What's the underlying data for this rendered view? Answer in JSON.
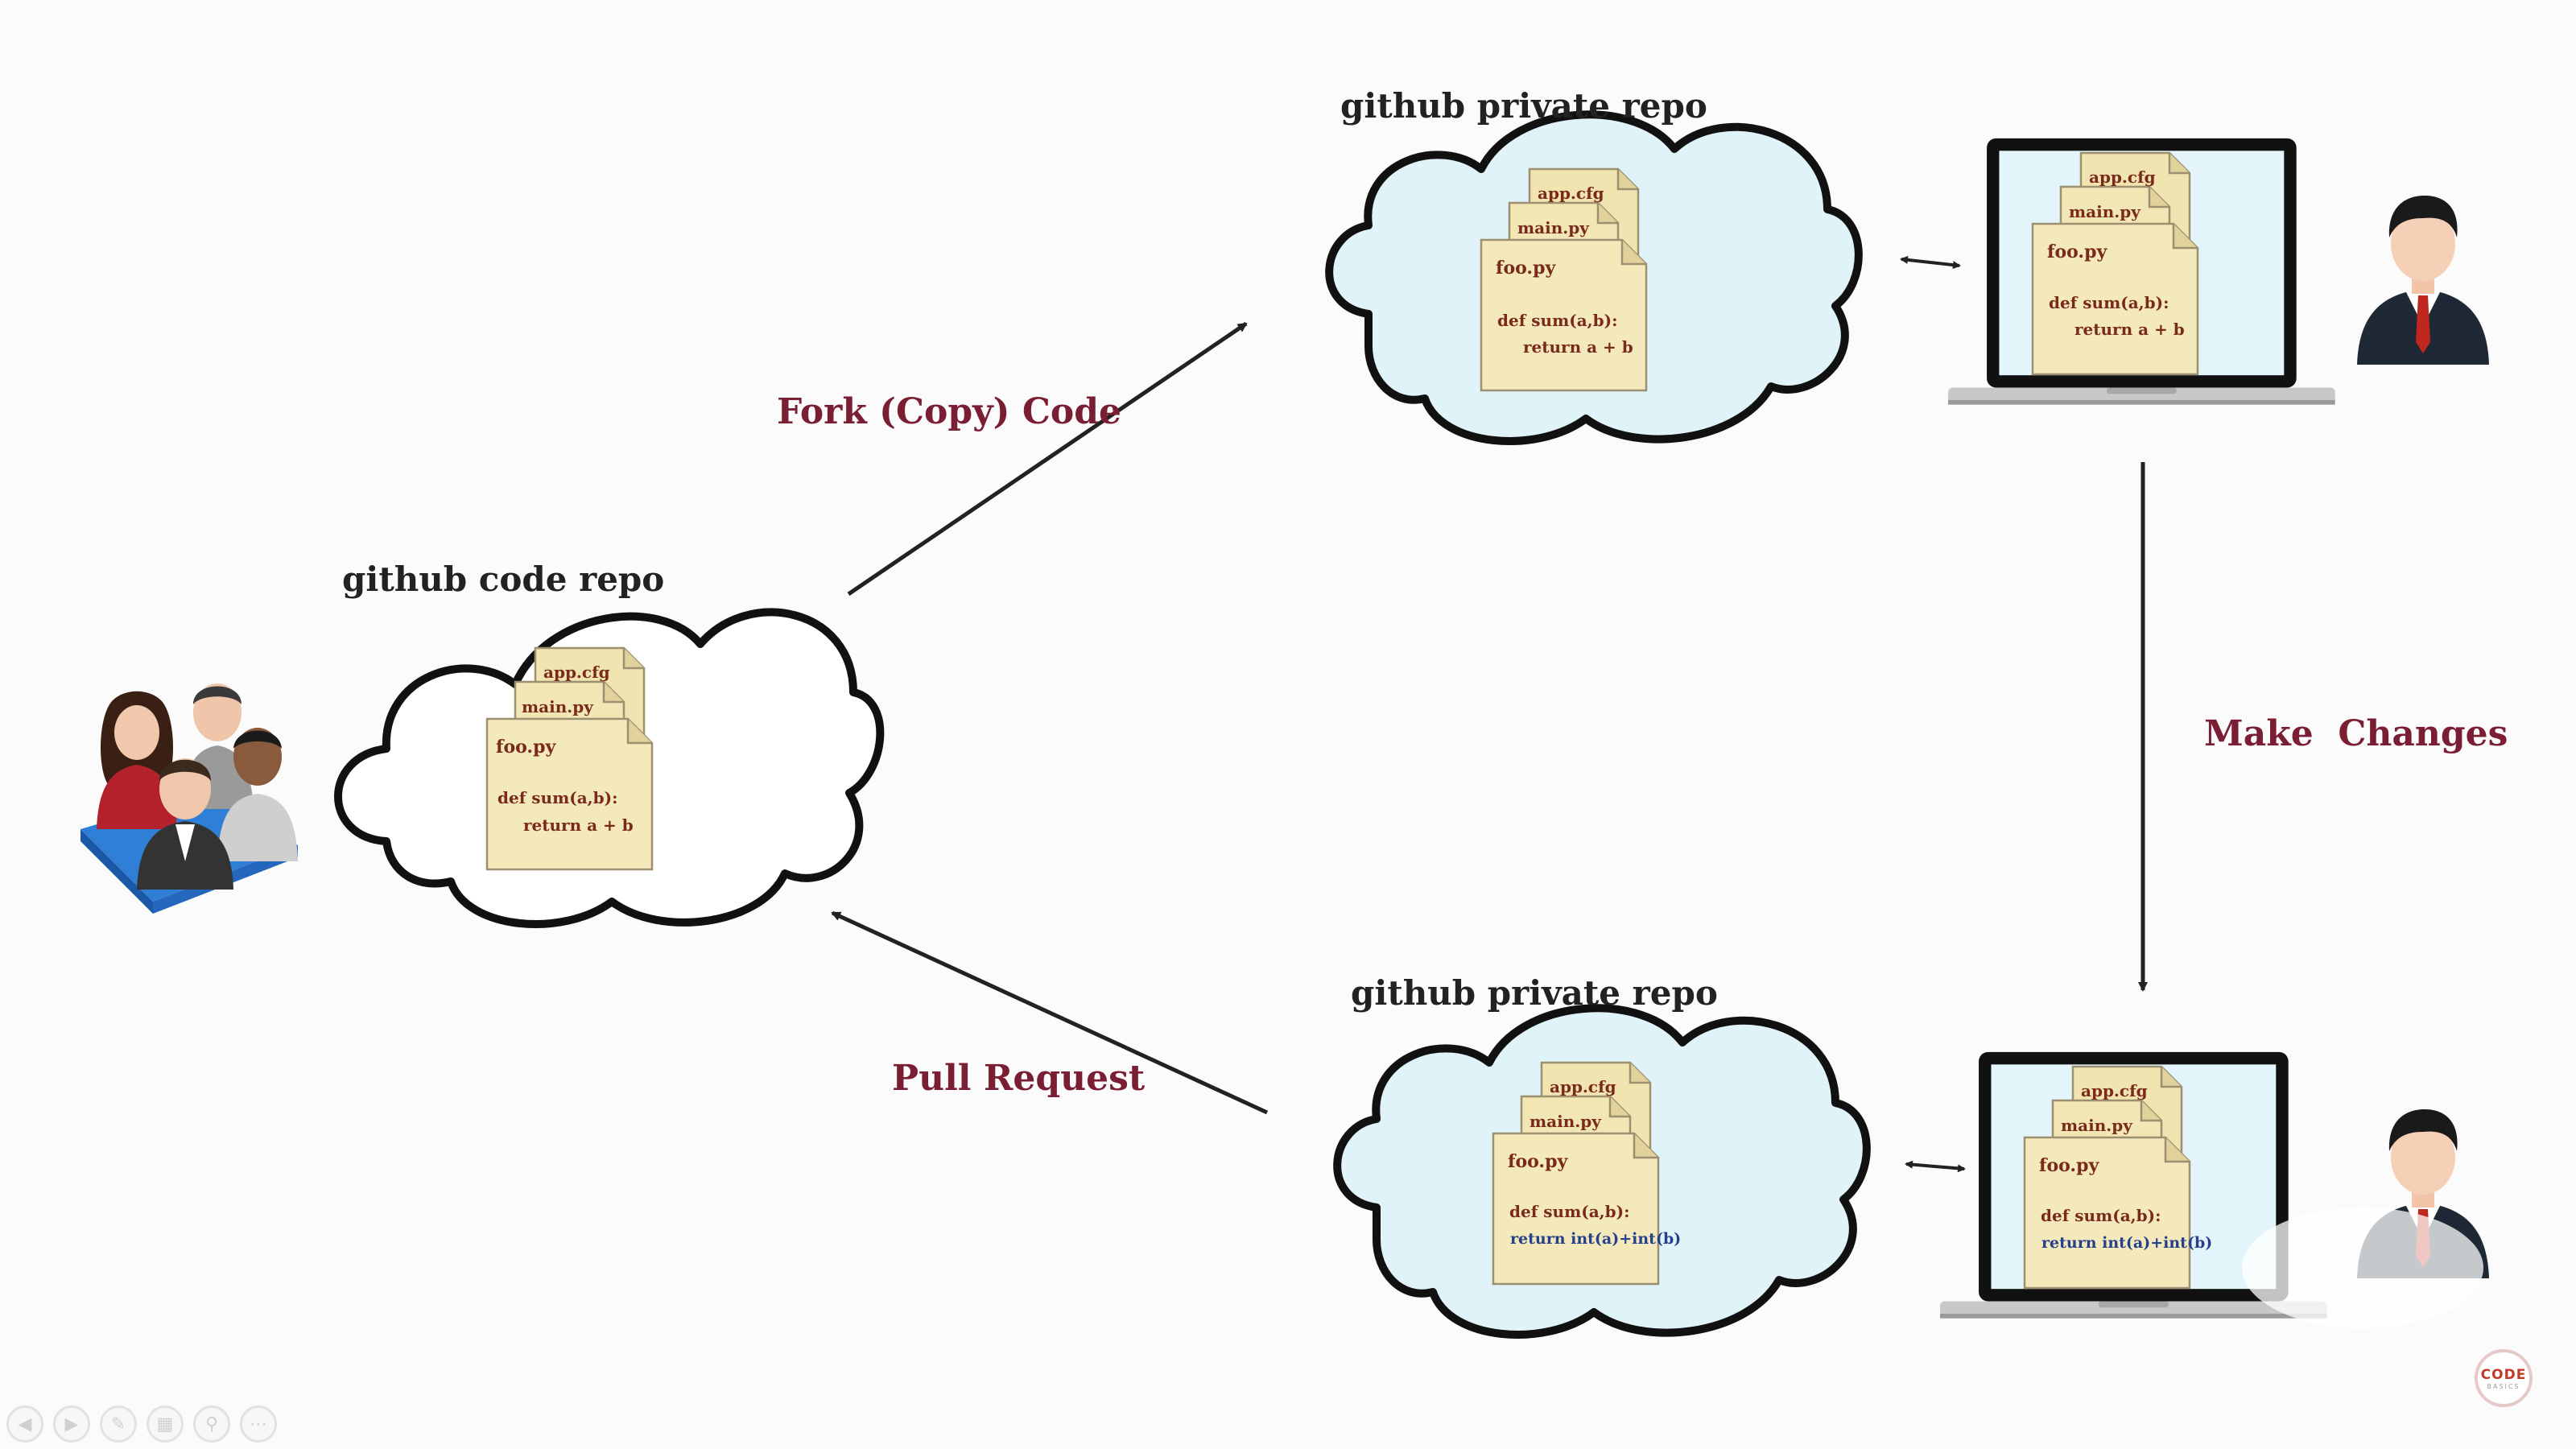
{
  "labels": {
    "code_repo": "github code repo",
    "private_repo_top": "github private repo",
    "private_repo_bottom": "github private repo",
    "fork": "Fork (Copy) Code",
    "pull": "Pull Request",
    "make_changes": "Make  Changes"
  },
  "files": {
    "f1": "app.cfg",
    "f2": "main.py",
    "f3": "foo.py",
    "code_original_1": "def sum(a,b):",
    "code_original_2": "return a + b",
    "code_changed_1": "def sum(a,b):",
    "code_changed_2": "return int(a)+int(b)"
  },
  "logo": {
    "line1": "CODE",
    "line2": "BASICS"
  },
  "controls": [
    "◀",
    "▶",
    "✎",
    "▦",
    "⚲",
    "⋯"
  ],
  "colors": {
    "label": "#7a1f33",
    "arrow": "#222222",
    "cloud_code": "#ffffff",
    "cloud_private": "#dff3f8",
    "doc": "#f3e7b6",
    "code_text": "#7a2a1a",
    "code_changed": "#27408b",
    "suit": "#1d2733",
    "tie": "#c0271f"
  }
}
